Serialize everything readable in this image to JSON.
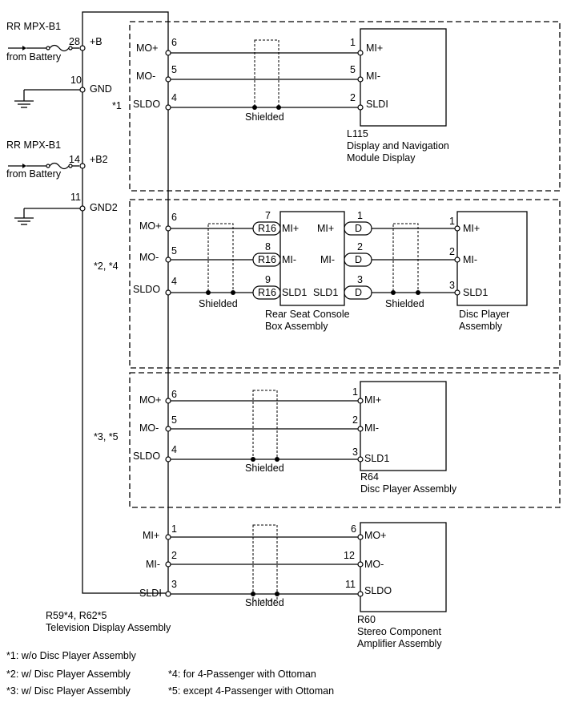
{
  "power": {
    "fuse1": "RR MPX-B1",
    "from1": "from Battery",
    "fuse2": "RR MPX-B1",
    "from2": "from Battery"
  },
  "tv": {
    "pins": [
      {
        "num": "28",
        "label": "+B"
      },
      {
        "num": "10",
        "label": "GND"
      },
      {
        "num": "14",
        "label": "+B2"
      },
      {
        "num": "11",
        "label": "GND2"
      }
    ],
    "caption": [
      "R59*4, R62*5",
      "Television Display Assembly"
    ]
  },
  "sections": [
    {
      "tag": "*1",
      "rows": [
        {
          "left": "MO+",
          "lnum": "6",
          "rnum": "1",
          "right": "MI+"
        },
        {
          "left": "MO-",
          "lnum": "5",
          "rnum": "5",
          "right": "MI-"
        },
        {
          "left": "SLDO",
          "lnum": "4",
          "rnum": "2",
          "right": "SLDI"
        }
      ],
      "shielded": "Shielded",
      "component": [
        "L115",
        "Display and Navigation",
        "Module Display"
      ]
    },
    {
      "tag": "*2, *4",
      "rows": [
        {
          "left": "MO+",
          "lnum": "6",
          "rcnum": "7",
          "rconn": "R16",
          "rcl": "MI+",
          "rcr": "MI+",
          "dnum": "1",
          "dconn": "D",
          "rnum": "1",
          "right": "MI+"
        },
        {
          "left": "MO-",
          "lnum": "5",
          "rcnum": "8",
          "rconn": "R16",
          "rcl": "MI-",
          "rcr": "MI-",
          "dnum": "2",
          "dconn": "D",
          "rnum": "2",
          "right": "MI-"
        },
        {
          "left": "SLDO",
          "lnum": "4",
          "rcnum": "9",
          "rconn": "R16",
          "rcl": "SLD1",
          "rcr": "SLD1",
          "dnum": "3",
          "dconn": "D",
          "rnum": "3",
          "right": "SLD1"
        }
      ],
      "shielded_left": "Shielded",
      "shielded_right": "Shielded",
      "console": [
        "Rear Seat Console",
        "Box Assembly"
      ],
      "component": [
        "Disc Player",
        "Assembly"
      ]
    },
    {
      "tag": "*3, *5",
      "rows": [
        {
          "left": "MO+",
          "lnum": "6",
          "rnum": "1",
          "right": "MI+"
        },
        {
          "left": "MO-",
          "lnum": "5",
          "rnum": "2",
          "right": "MI-"
        },
        {
          "left": "SLDO",
          "lnum": "4",
          "rnum": "3",
          "right": "SLD1"
        }
      ],
      "shielded": "Shielded",
      "component": [
        "R64",
        "Disc Player Assembly"
      ]
    },
    {
      "rows": [
        {
          "left": "MI+",
          "lnum": "1",
          "rnum": "6",
          "right": "MO+"
        },
        {
          "left": "MI-",
          "lnum": "2",
          "rnum": "12",
          "right": "MO-"
        },
        {
          "left": "SLDI",
          "lnum": "3",
          "rnum": "11",
          "right": "SLDO"
        }
      ],
      "shielded": "Shielded",
      "component": [
        "R60",
        "Stereo Component",
        "Amplifier Assembly"
      ]
    }
  ],
  "footnotes": {
    "n1": "*1: w/o Disc Player Assembly",
    "n2": "*2: w/ Disc Player Assembly",
    "n3": "*3: w/ Disc Player Assembly",
    "n4": "*4: for 4-Passenger with Ottoman",
    "n5": "*5: except 4-Passenger with Ottoman"
  }
}
